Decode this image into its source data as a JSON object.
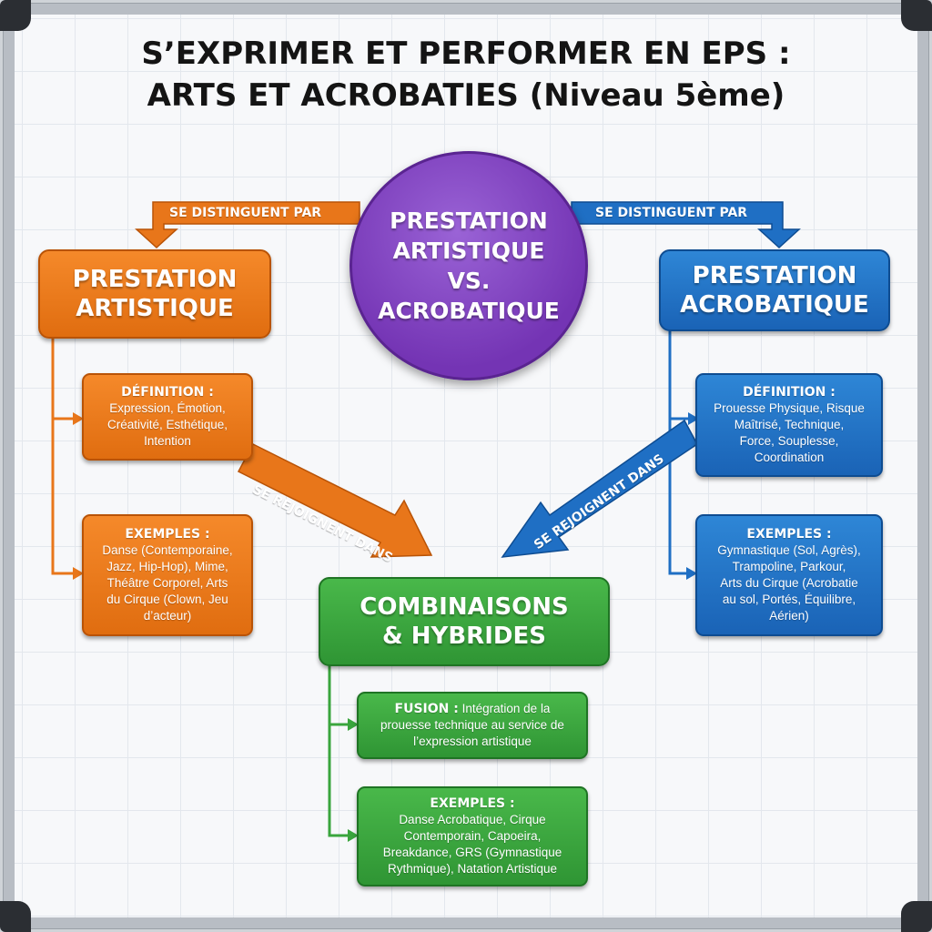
{
  "title": {
    "line1": "S’EXPRIMER ET PERFORMER EN EPS :",
    "line2": "ARTS ET ACROBATIES (Niveau 5ème)"
  },
  "center": {
    "line1": "PRESTATION",
    "line2": "ARTISTIQUE",
    "line3": "VS.",
    "line4": "ACROBATIQUE"
  },
  "connectors": {
    "left_top": "SE DISTINGUENT PAR",
    "right_top": "SE DISTINGUENT PAR",
    "left_diag": "SE REJOIGNENT DANS",
    "right_diag": "SE REJOIGNENT DANS"
  },
  "artistic": {
    "line1": "PRESTATION",
    "line2": "ARTISTIQUE",
    "definition": {
      "label": "DÉFINITION :",
      "line1": "Expression, Émotion,",
      "line2": "Créativité, Esthétique,",
      "line3": "Intention"
    },
    "examples": {
      "label": "EXEMPLES :",
      "line1": "Danse (Contemporaine,",
      "line2": "Jazz, Hip-Hop), Mime,",
      "line3": "Théâtre Corporel, Arts",
      "line4": "du Cirque (Clown, Jeu",
      "line5": "d’acteur)"
    }
  },
  "acrobatic": {
    "line1": "PRESTATION",
    "line2": "ACROBATIQUE",
    "definition": {
      "label": "DÉFINITION :",
      "line1": "Prouesse Physique, Risque",
      "line2": "Maîtrisé, Technique,",
      "line3": "Force, Souplesse,",
      "line4": "Coordination"
    },
    "examples": {
      "label": "EXEMPLES :",
      "line1": "Gymnastique (Sol, Agrès),",
      "line2": "Trampoline, Parkour,",
      "line3": "Arts du Cirque (Acrobatie",
      "line4": "au sol, Portés, Équilibre,",
      "line5": "Aérien)"
    }
  },
  "hybrid": {
    "line1": "COMBINAISONS",
    "line2": "& HYBRIDES",
    "fusion": {
      "label": "FUSION :",
      "line1": "Intégration de la",
      "line2": "prouesse technique au service de",
      "line3": "l’expression artistique"
    },
    "examples": {
      "label": "EXEMPLES :",
      "line1": "Danse Acrobatique, Cirque",
      "line2": "Contemporain, Capoeira,",
      "line3": "Breakdance, GRS (Gymnastique",
      "line4": "Rythmique), Natation Artistique"
    }
  },
  "colors": {
    "artistic": "#e8761a",
    "acrobatic": "#1f6fc4",
    "hybrid": "#3aa53d",
    "center": "#7e3fbf"
  }
}
